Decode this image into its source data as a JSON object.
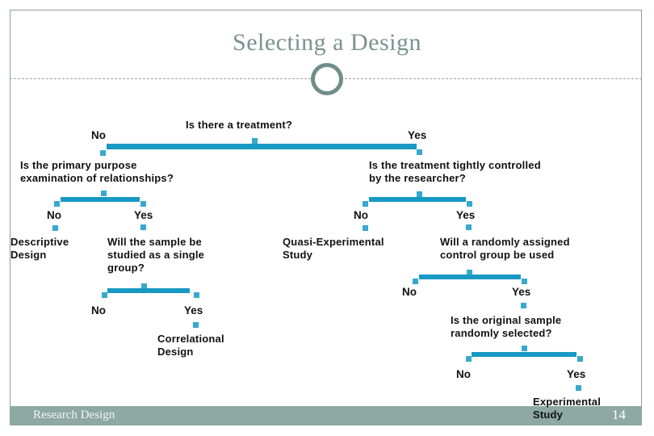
{
  "slide": {
    "title": "Selecting a Design",
    "footer_title": "Research Design",
    "page_number": "14"
  },
  "colors": {
    "connector_bar": "#1899c4",
    "node_marker": "#38a8ce",
    "title_text": "#7b928e",
    "footer_band": "#8ea8a4",
    "ornament_ring": "#6f8e8a",
    "slide_border": "#8f9b9b",
    "body_text": "#111111"
  },
  "tree": {
    "root": {
      "question": "Is there a treatment?",
      "no_label": "No",
      "yes_label": "Yes"
    },
    "no_branch": {
      "question": "Is the primary purpose\nexamination of relationships?",
      "no_label": "No",
      "yes_label": "Yes",
      "no_outcome": "Descriptive\nDesign",
      "yes_branch": {
        "question": "Will the sample be\nstudied as a single\ngroup?",
        "no_label": "No",
        "yes_label": "Yes",
        "yes_outcome": "Correlational\nDesign"
      }
    },
    "yes_branch": {
      "question": "Is the treatment tightly controlled\nby the researcher?",
      "no_label": "No",
      "yes_label": "Yes",
      "no_outcome": "Quasi-Experimental\nStudy",
      "yes_branch": {
        "question": "Will a randomly assigned\ncontrol group be used",
        "no_label": "No",
        "yes_label": "Yes",
        "yes_branch": {
          "question": "Is the original sample\nrandomly selected?",
          "no_label": "No",
          "yes_label": "Yes",
          "yes_outcome": "Experimental\nStudy"
        }
      }
    }
  }
}
